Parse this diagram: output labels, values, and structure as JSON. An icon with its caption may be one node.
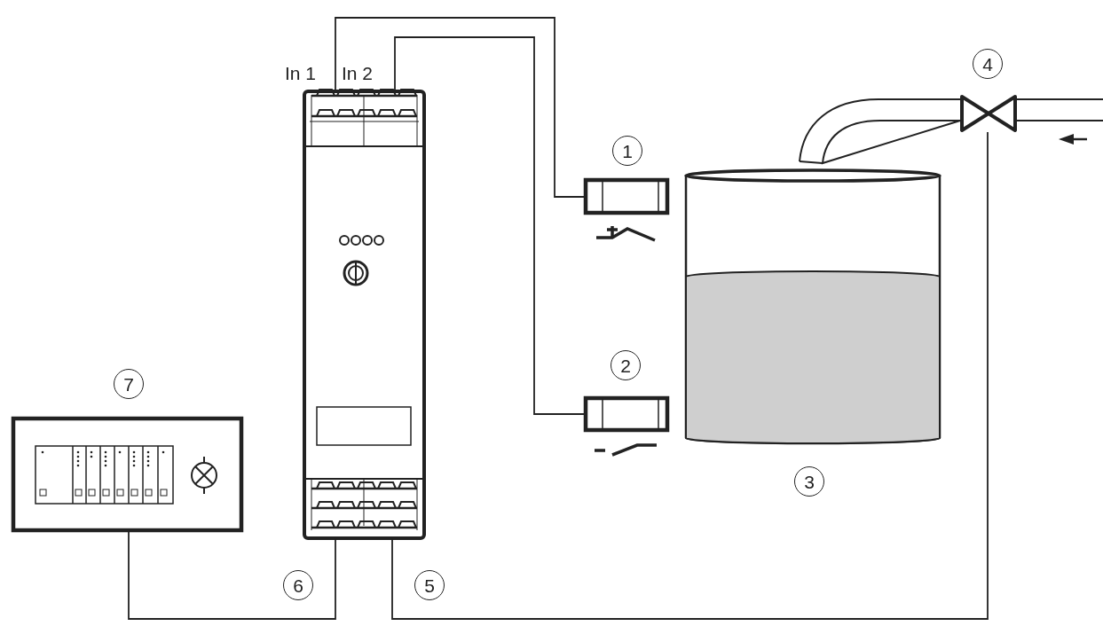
{
  "diagram": {
    "nodes": [
      {
        "text": [],
        "shape": "box"
      },
      {
        "text": [],
        "shape": "box"
      },
      {
        "text": [],
        "shape": "box"
      },
      {
        "text": [],
        "shape": "cylinder"
      },
      {
        "text": [],
        "shape": "valve"
      },
      {
        "text": [],
        "shape": "box"
      }
    ],
    "edges": [
      {
        "from": 0,
        "to": 1,
        "arrow": "none"
      },
      {
        "from": 0,
        "to": 2,
        "arrow": "none"
      },
      {
        "from": 0,
        "to": 4,
        "arrow": "none"
      },
      {
        "from": 0,
        "to": 5,
        "arrow": "none"
      }
    ],
    "labels": [
      "4",
      "In 1",
      "In 2",
      "1",
      "2",
      "7",
      "3",
      "6",
      "5"
    ]
  }
}
